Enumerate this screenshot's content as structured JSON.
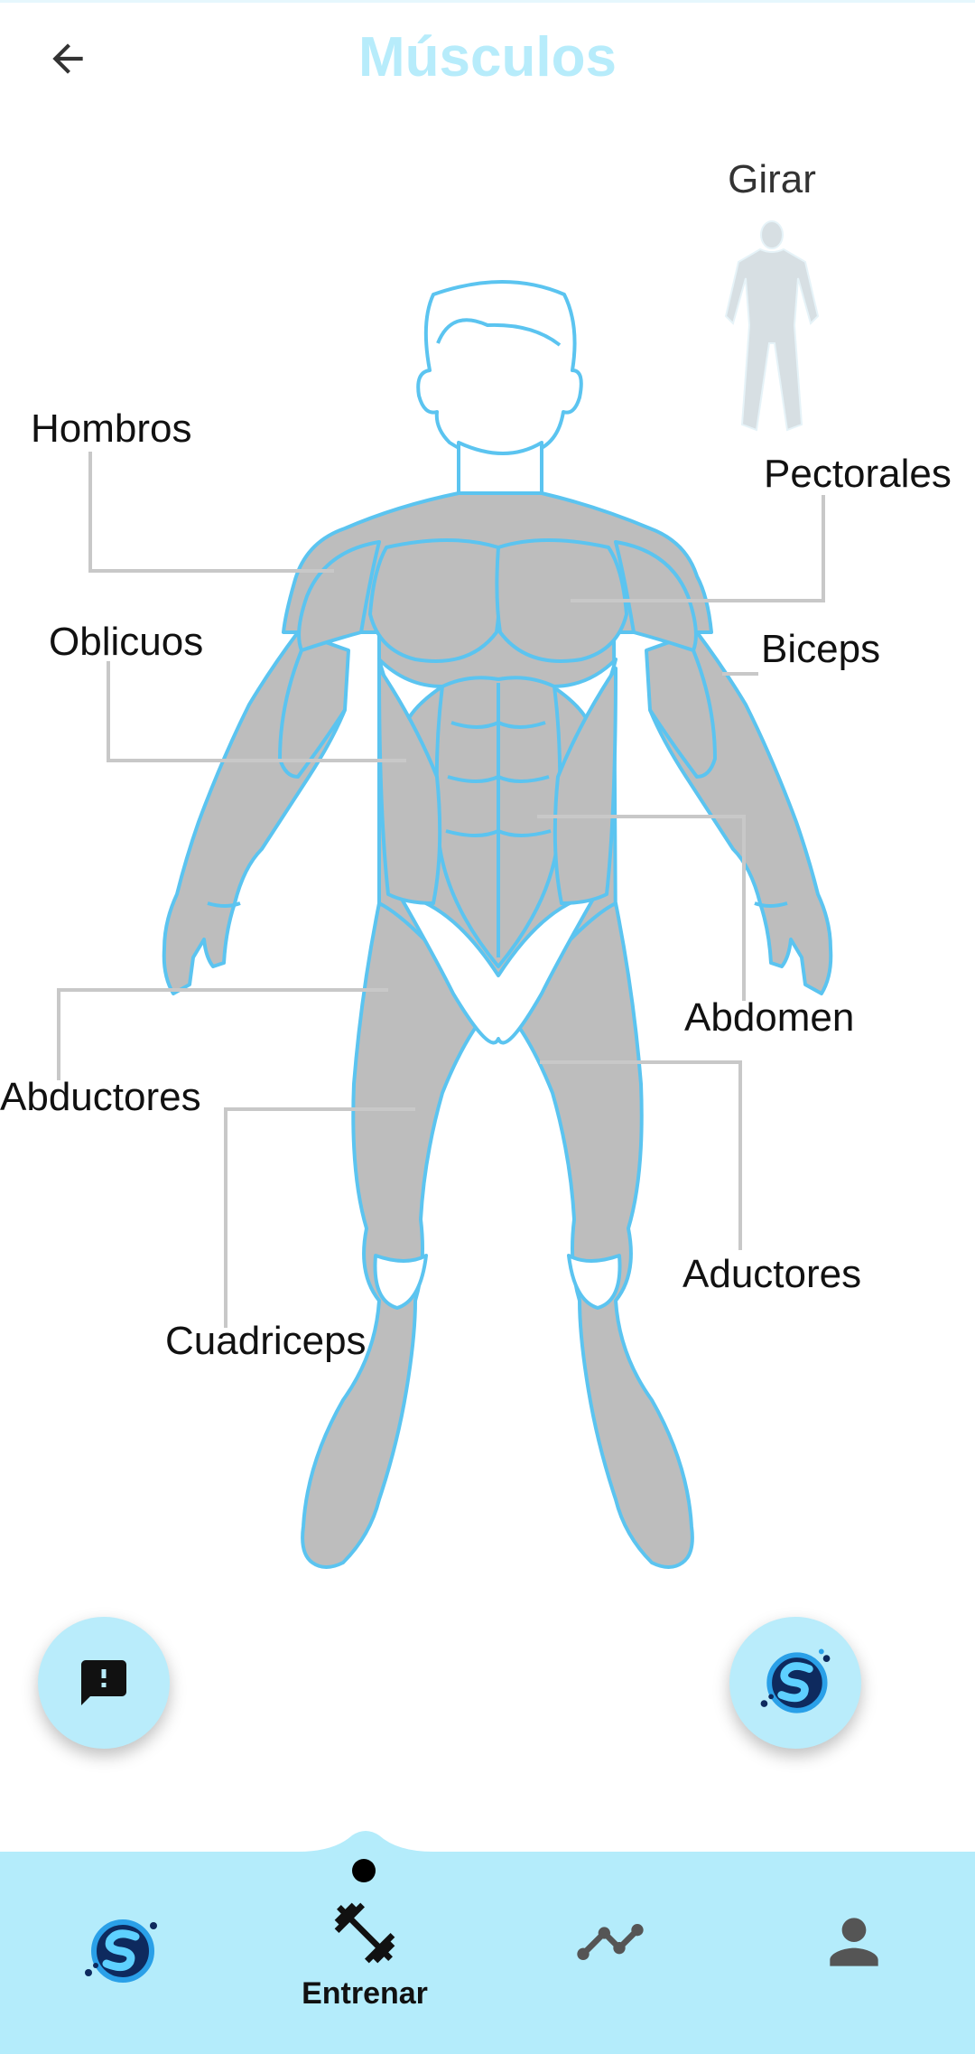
{
  "header": {
    "title": "Músculos",
    "back_icon": "arrow-left-icon"
  },
  "rotate": {
    "label": "Girar"
  },
  "muscles": {
    "hombros": "Hombros",
    "pectorales": "Pectorales",
    "oblicuos": "Oblicuos",
    "biceps": "Biceps",
    "abdomen": "Abdomen",
    "abductores": "Abductores",
    "aductores": "Aductores",
    "cuadriceps": "Cuadriceps"
  },
  "fabs": {
    "left_icon": "feedback-icon",
    "right_icon": "app-logo-icon"
  },
  "nav": {
    "items": [
      {
        "icon": "app-logo-icon",
        "label": ""
      },
      {
        "icon": "dumbbell-icon",
        "label": "Entrenar",
        "selected": true
      },
      {
        "icon": "trend-line-icon",
        "label": ""
      },
      {
        "icon": "person-icon",
        "label": ""
      }
    ]
  },
  "colors": {
    "accent": "#b4ecfb",
    "outline": "#5bc4f0",
    "muscle": "#bdbdbd",
    "title": "#b7ecfb"
  }
}
